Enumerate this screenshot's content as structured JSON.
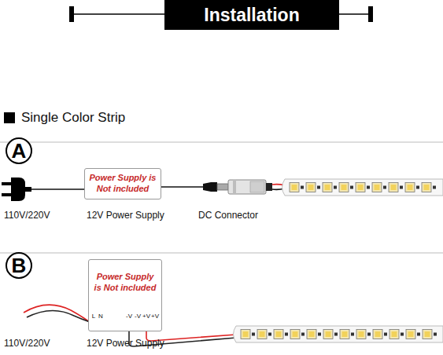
{
  "diagram": {
    "title": "Installation",
    "nodes": [
      {
        "text": [
          "A"
        ]
      },
      {
        "text": [
          "Power Supply is Not included"
        ]
      },
      {
        "text": [
          "B"
        ]
      },
      {
        "text": [
          "Power Supply is Not included"
        ]
      }
    ],
    "labels": [
      "Single Color Strip",
      "110V/220V",
      "12V Power Supply",
      "DC Connector",
      "L",
      "N",
      "-V",
      "-V",
      "+V",
      "+V",
      "110V/220V",
      "12V Power Supply"
    ]
  }
}
